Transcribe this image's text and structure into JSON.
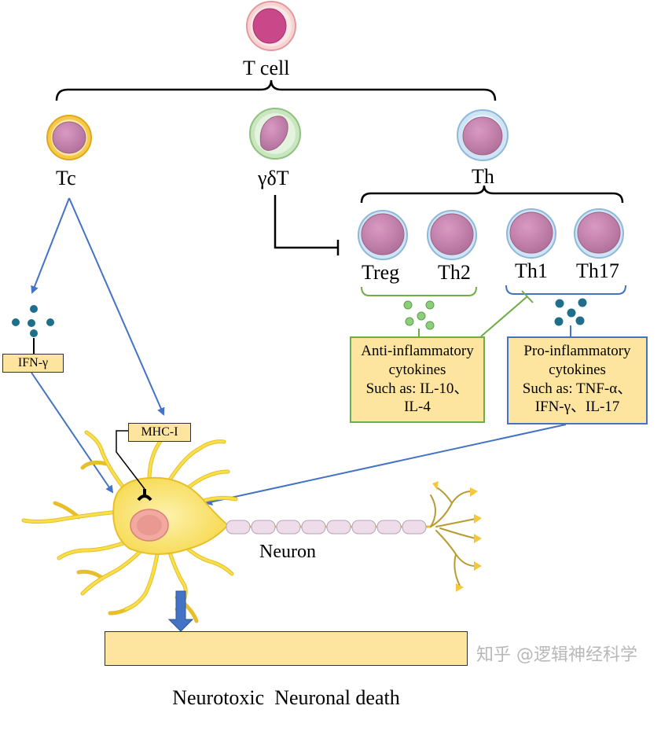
{
  "title": "T cell",
  "subtypes": {
    "tc": "Tc",
    "gdt": "γδT",
    "th": "Th"
  },
  "th_subsets": {
    "treg": "Treg",
    "th2": "Th2",
    "th1": "Th1",
    "th17": "Th17"
  },
  "anti_box": {
    "line1": "Anti-inflammatory",
    "line2": "cytokines",
    "line3": "Such as: IL-10、",
    "line4": "IL-4"
  },
  "pro_box": {
    "line1": "Pro-inflammatory",
    "line2": "cytokines",
    "line3": "Such as: TNF-α、",
    "line4": "IFN-γ、IL-17"
  },
  "ifn_label": "IFN-γ",
  "mhc_label": "MHC-I",
  "neuron_label": "Neuron",
  "outcome": "Neurotoxic  Neuronal death",
  "watermark": "知乎 @逻辑神经科学",
  "colors": {
    "arrow_blue": "#4472c4",
    "green_border": "#70ad47",
    "blue_border": "#4472c4",
    "box_fill": "#fde5a0",
    "nucleus": "#c87aa8",
    "neuron_yellow": "#f9e04a",
    "dot_teal": "#1e6e8c",
    "dot_green": "#8ccf7a"
  }
}
